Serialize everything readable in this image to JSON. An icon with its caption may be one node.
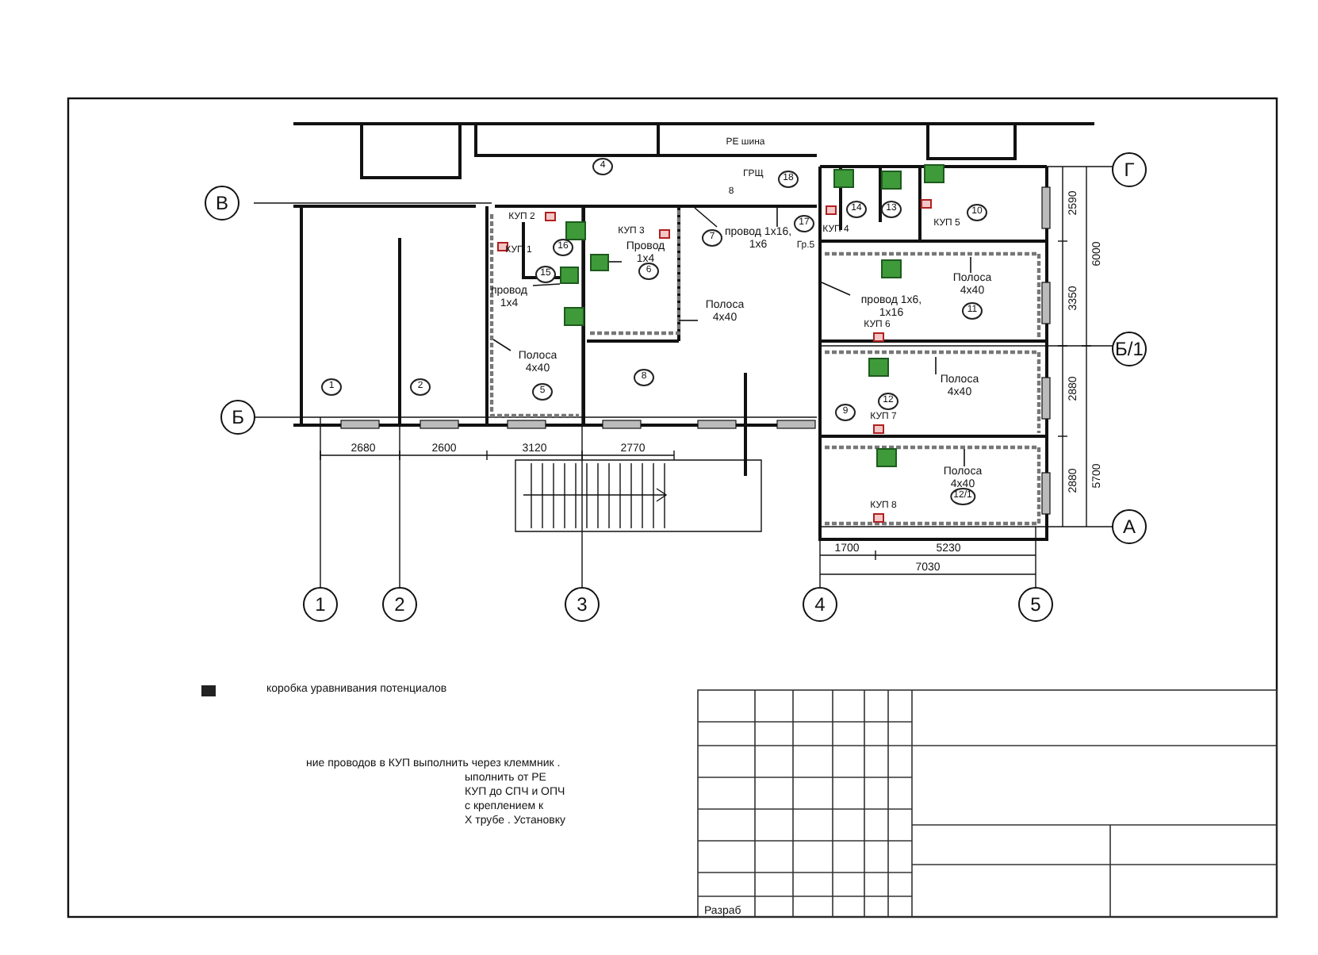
{
  "diagram": {
    "nodes": [
      {
        "text": [
          "провод 1х4"
        ]
      },
      {
        "text": [
          "Провод 1х4"
        ]
      },
      {
        "text": [
          "Полоса 4х40"
        ]
      },
      {
        "text": [
          "Полоса 4х40"
        ]
      },
      {
        "text": [
          "провод 1х16, 1х6"
        ]
      },
      {
        "text": [
          "провод 1х6, 1х16"
        ]
      },
      {
        "text": [
          "Полоса 4х40"
        ]
      },
      {
        "text": [
          "Полоса 4х40"
        ]
      },
      {
        "text": [
          "Полоса 4х40"
        ]
      },
      {
        "text": [],
        "shape": "box"
      },
      {
        "text": [],
        "shape": "box"
      }
    ],
    "edges": [
      {
        "from": 0,
        "to": 9,
        "arrow": "none"
      },
      {
        "from": 1,
        "to": 10,
        "arrow": "none"
      },
      {
        "from": 2,
        "to": null,
        "arrow": "none"
      },
      {
        "from": 3,
        "to": null,
        "arrow": "none"
      },
      {
        "from": 4,
        "to": null,
        "arrow": "none"
      },
      {
        "from": 4,
        "to": null,
        "arrow": "none"
      },
      {
        "from": 5,
        "to": null,
        "arrow": "none"
      },
      {
        "from": 6,
        "to": null,
        "arrow": "none"
      },
      {
        "from": 7,
        "to": null,
        "arrow": "none"
      },
      {
        "from": 8,
        "to": null,
        "arrow": "none"
      }
    ],
    "labels": [
      "PE шина",
      "Г",
      "4",
      "ГРЩ",
      "18",
      "8",
      "В",
      "КУП 2",
      "14",
      "13",
      "10",
      "2590",
      "17",
      "КУП 4",
      "КУП 5",
      "КУП 3",
      "7",
      "16",
      "КУП 1",
      "Гр.5",
      "6000",
      "6",
      "15",
      "3350",
      "11",
      "КУП 6",
      "Б/1",
      "8",
      "1",
      "2",
      "5",
      "2880",
      "12",
      "9",
      "КУП 7",
      "Б",
      "2680",
      "2600",
      "3120",
      "2770",
      "2880",
      "5700",
      "12/1",
      "КУП 8",
      "А",
      "1700",
      "5230",
      "7030",
      "1",
      "2",
      "3",
      "4",
      "5",
      "ние проводов в КУП выполнить через клеммник .",
      "ыполнить от PE",
      "КУП до СПЧ и ОПЧ",
      "с креплением к",
      "Х трубе . Установку",
      "Разраб"
    ],
    "legend": [
      {
        "text": "коробка уравнивания потенциалов",
        "color": "#222222"
      }
    ]
  }
}
